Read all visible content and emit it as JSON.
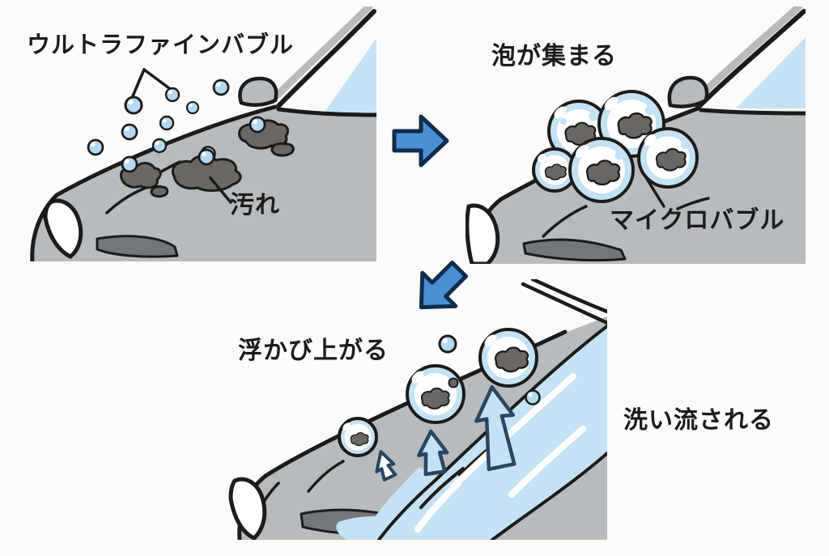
{
  "diagram": {
    "type": "process-illustration",
    "subject": "car-wash bubble cleaning steps",
    "step1": {
      "bubble_label": "ウルトラファインバブル",
      "dirt_label": "汚れ"
    },
    "step2": {
      "heading": "泡が集まる",
      "bubble_label": "マイクロバブル"
    },
    "step3": {
      "float_label": "浮かび上がる",
      "wash_label": "洗い流される"
    }
  },
  "icons": {
    "step1_to_step2": "arrow-right",
    "step2_to_step3": "arrow-down-left",
    "rising": "outline-up-arrows",
    "small_bubbles_step1_count": 12,
    "micro_bubbles_step2_count": 5,
    "rising_bubbles_step3_count": 3
  },
  "colors": {
    "background": "#fbfbf9",
    "text": "#1b1b1b",
    "line": "#1b1b1b",
    "car_gray": "#b7bbbe",
    "grille_gray": "#73777b",
    "water_blue": "#c5e2f4",
    "bubble_blue": "#b4d9f1",
    "dirt_gray": "#6b6762",
    "arrow_blue": "#4a8fd3",
    "arrow_edge": "#0f2d4d",
    "rise_edge": "#29455f"
  }
}
